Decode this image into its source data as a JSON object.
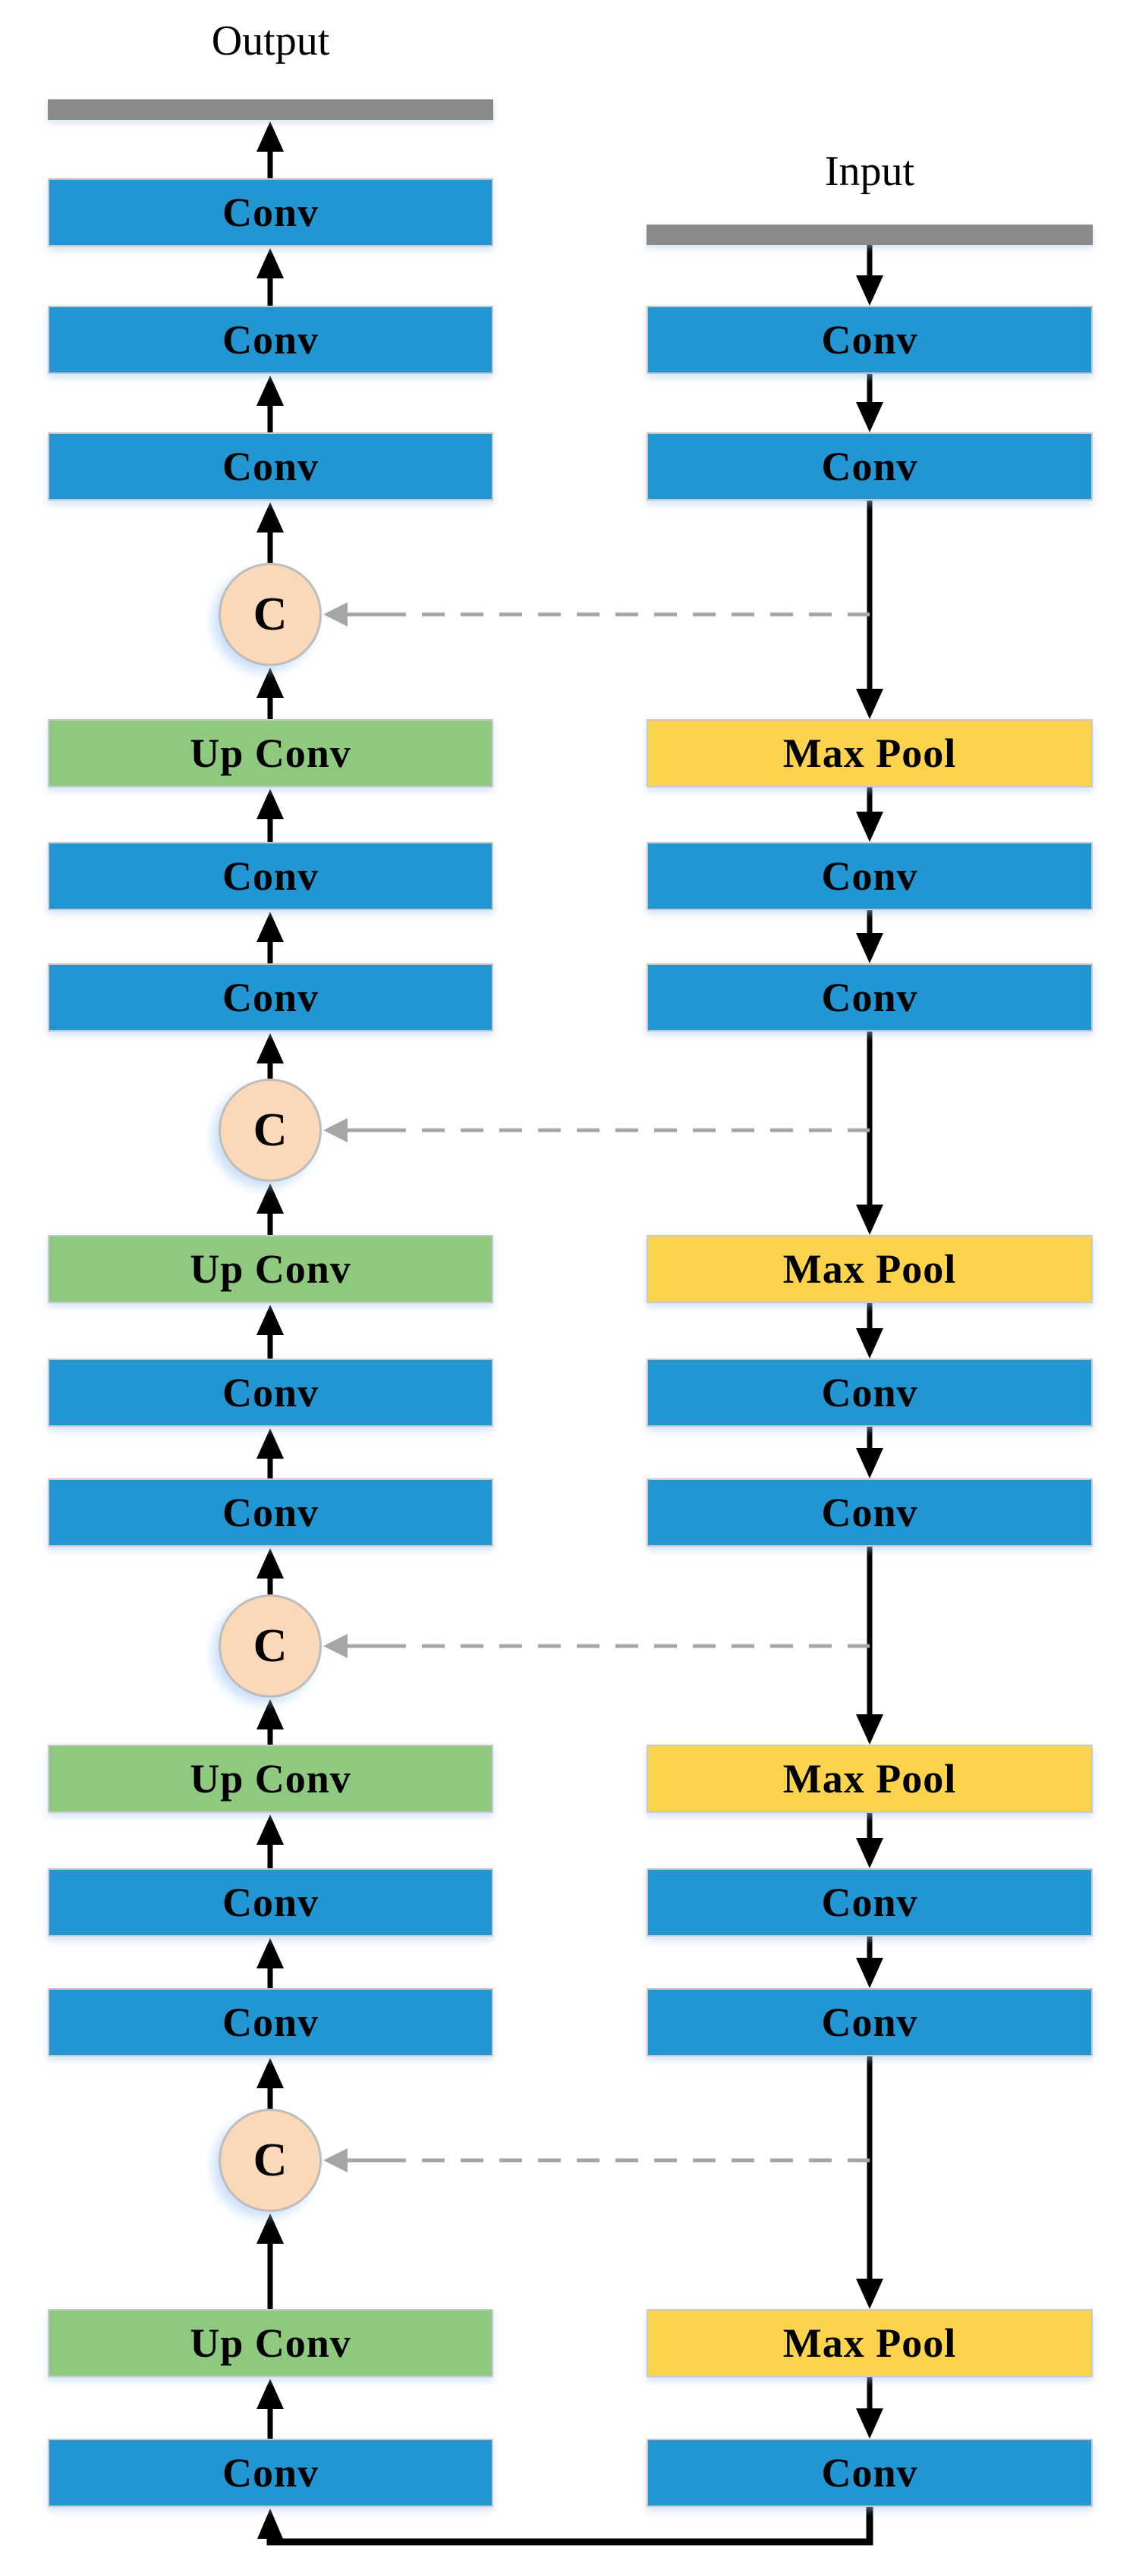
{
  "decoder": {
    "header_label": "Output",
    "blocks": [
      "Conv",
      "Conv",
      "Conv",
      "Up Conv",
      "Conv",
      "Conv",
      "Up Conv",
      "Conv",
      "Conv",
      "Up Conv",
      "Conv",
      "Conv",
      "Up Conv",
      "Conv"
    ],
    "concat_labels": [
      "C",
      "C",
      "C",
      "C"
    ]
  },
  "encoder": {
    "header_label": "Input",
    "blocks": [
      "Conv",
      "Conv",
      "Max Pool",
      "Conv",
      "Conv",
      "Max Pool",
      "Conv",
      "Conv",
      "Max Pool",
      "Conv",
      "Conv",
      "Max Pool",
      "Conv"
    ]
  },
  "colors": {
    "conv_block": "#2196d3",
    "up_conv_block": "#8fc97f",
    "max_pool_block": "#fbd34d",
    "concat_node_fill": "#fbd9b8",
    "io_bar": "#8a8a8a",
    "flow_arrow": "#000000",
    "skip_arrow": "#a6a6a6"
  }
}
